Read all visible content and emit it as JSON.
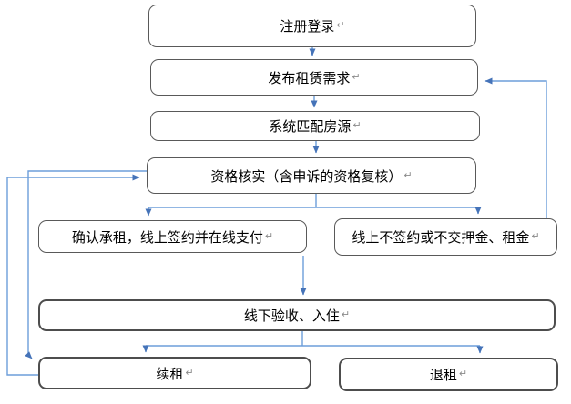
{
  "diagram": {
    "type": "flowchart",
    "paragraph_mark": "↵",
    "nodes": [
      {
        "id": "register",
        "label": "注册登录"
      },
      {
        "id": "publish",
        "label": "发布租赁需求"
      },
      {
        "id": "match",
        "label": "系统匹配房源"
      },
      {
        "id": "verify",
        "label": "资格核实（含申诉的资格复核）"
      },
      {
        "id": "confirm",
        "label": "确认承租，线上签约并在线支付"
      },
      {
        "id": "nosign",
        "label": "线上不签约或不交押金、租金"
      },
      {
        "id": "checkin",
        "label": "线下验收、入住"
      },
      {
        "id": "renew",
        "label": "续租"
      },
      {
        "id": "terminate",
        "label": "退租"
      }
    ],
    "edges": [
      {
        "from": "register",
        "to": "publish"
      },
      {
        "from": "publish",
        "to": "match"
      },
      {
        "from": "match",
        "to": "verify"
      },
      {
        "from": "verify",
        "to": "confirm"
      },
      {
        "from": "verify",
        "to": "nosign"
      },
      {
        "from": "confirm",
        "to": "checkin"
      },
      {
        "from": "nosign",
        "to": "publish"
      },
      {
        "from": "checkin",
        "to": "renew"
      },
      {
        "from": "checkin",
        "to": "terminate"
      },
      {
        "from": "renew",
        "to": "verify"
      },
      {
        "from": "verify",
        "to": "renew"
      }
    ],
    "colors": {
      "connector": "#6d9eda",
      "arrowhead": "#4573b8",
      "box_border": "#595959",
      "background": "#ffffff",
      "text": "#000000"
    }
  }
}
